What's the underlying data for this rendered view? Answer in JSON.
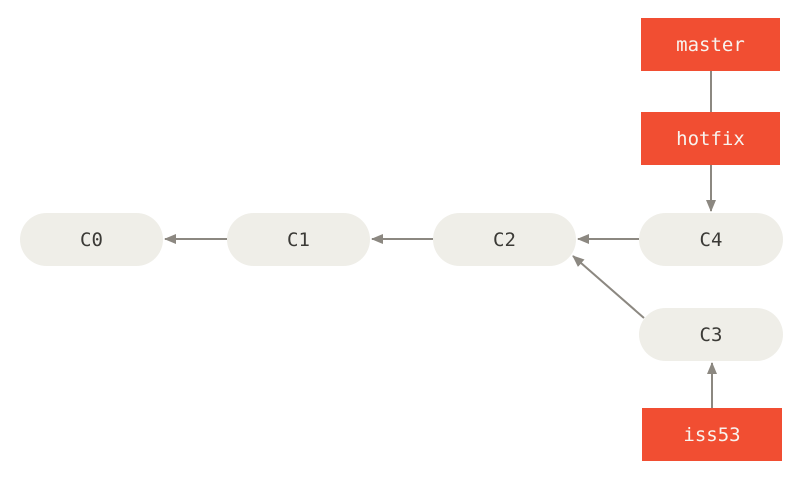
{
  "diagram": {
    "type": "git-commit-graph",
    "colors": {
      "commit_fill": "#efeee8",
      "branch_fill": "#f14e32",
      "arrow": "#8c8881"
    },
    "commits": [
      {
        "id": "C0",
        "label": "C0"
      },
      {
        "id": "C1",
        "label": "C1"
      },
      {
        "id": "C2",
        "label": "C2"
      },
      {
        "id": "C3",
        "label": "C3"
      },
      {
        "id": "C4",
        "label": "C4"
      }
    ],
    "branches": [
      {
        "name": "master",
        "label": "master"
      },
      {
        "name": "hotfix",
        "label": "hotfix"
      },
      {
        "name": "iss53",
        "label": "iss53"
      }
    ],
    "edges": [
      {
        "from": "C1",
        "to": "C0"
      },
      {
        "from": "C2",
        "to": "C1"
      },
      {
        "from": "C4",
        "to": "C2"
      },
      {
        "from": "C3",
        "to": "C2"
      },
      {
        "from": "master",
        "to": "hotfix",
        "arrow": false
      },
      {
        "from": "hotfix",
        "to": "C4"
      },
      {
        "from": "iss53",
        "to": "C3"
      }
    ]
  }
}
